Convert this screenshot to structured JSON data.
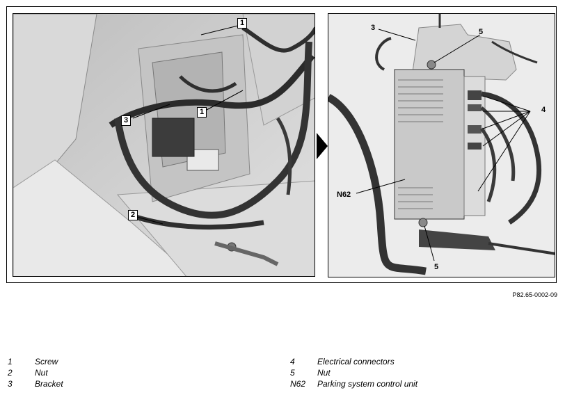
{
  "callouts_left": {
    "c1_top": "1",
    "c1_mid": "1",
    "c3": "3",
    "c2": "2"
  },
  "callouts_right": {
    "c3": "3",
    "c5_top": "5",
    "c4": "4",
    "cN62": "N62",
    "c5_bottom": "5"
  },
  "figure_id": "P82.65-0002-09",
  "legend": [
    {
      "key": "1",
      "desc": "Screw"
    },
    {
      "key": "2",
      "desc": "Nut"
    },
    {
      "key": "3",
      "desc": "Bracket"
    },
    {
      "key": "4",
      "desc": "Electrical connectors"
    },
    {
      "key": "5",
      "desc": "Nut"
    },
    {
      "key": "N62",
      "desc": "Parking system control unit"
    }
  ]
}
